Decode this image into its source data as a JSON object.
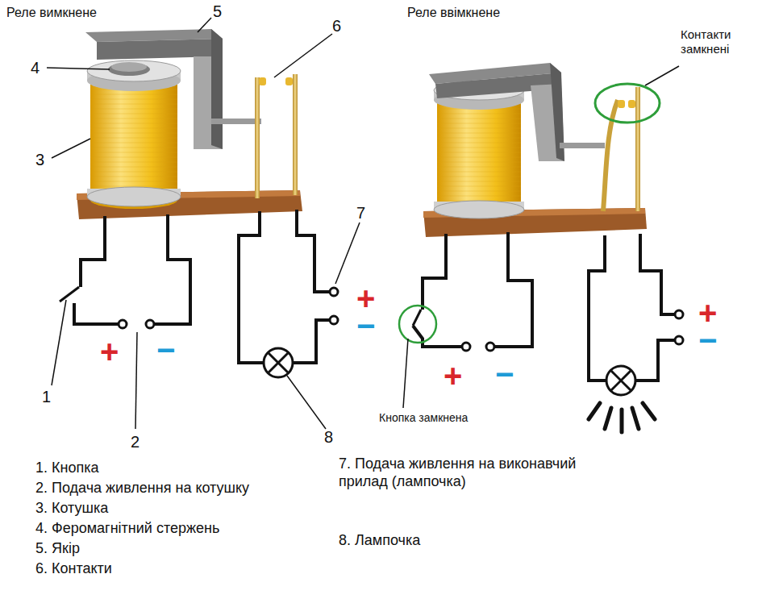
{
  "diagram": {
    "labels": [
      "Реле вимкнене",
      "Реле ввімкнене",
      "Контакти замкнені",
      "1",
      "2",
      "3",
      "4",
      "5",
      "6",
      "7",
      "8",
      "+",
      "−",
      "+",
      "−",
      "+",
      "−",
      "+",
      "−",
      "Кнопка замкнена",
      "1. Кнопка",
      "2. Подача живлення на котушку",
      "3. Котушка",
      "4. Феромагнітний стержень",
      "5. Якір",
      "6. Контакти",
      "7. Подача живлення на виконавчий прилад (лампочка)",
      "8. Лампочка"
    ]
  }
}
